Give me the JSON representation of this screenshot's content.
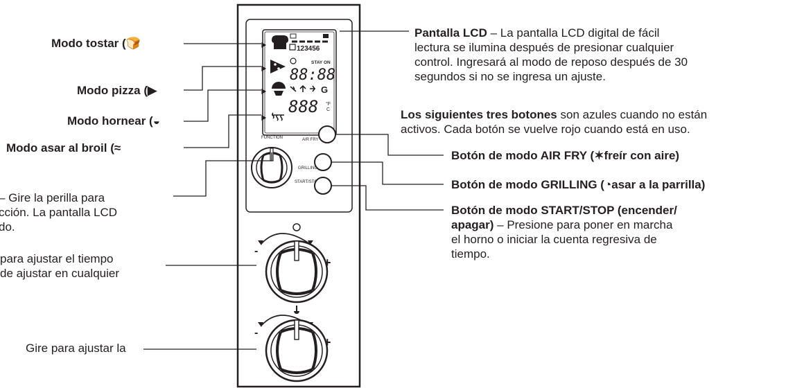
{
  "left_labels": {
    "toast": "Modo tostar (",
    "pizza": "Modo pizza (",
    "bake": "Modo hornear (",
    "broil": "Modo asar al broil ("
  },
  "left_partial": {
    "knob_line1": "– Gire la perilla para",
    "knob_line2": "cción. La pantalla LCD",
    "knob_line3": "do.",
    "timer_line1": "para ajustar el tiempo",
    "timer_line2": "de ajustar en cualquier",
    "temp_line1": "Gire para ajustar la"
  },
  "right": {
    "lcd_title": "Pantalla LCD",
    "lcd_line1": " – La pantalla LCD digital de fácil",
    "lcd_line2": "lectura se ilumina después de presionar cualquier",
    "lcd_line3": "control. Ingresará al modo de reposo después de 30",
    "lcd_line4": "segundos si no se ingresa un ajuste.",
    "buttons_title": "Los siguientes tres botones",
    "buttons_line1": " son azules cuando no están",
    "buttons_line2": "activos. Cada botón se vuelve rojo cuando está en uso.",
    "airfry_a": "Botón de modo AIR FRY (",
    "airfry_b": "freír con aire)",
    "grill_a": "Botón de modo GRILLING (",
    "grill_b": "asar a la parrilla)",
    "start_line1": "Botón de modo START/STOP (encender/",
    "start_bold2": "apagar)",
    "start_line2": " – Presione para poner en marcha",
    "start_line3": "el horno o iniciar la cuenta regresiva de",
    "start_line4": "tiempo."
  },
  "panel": {
    "lcd_digits": "123456",
    "stay_on": "STAY ON",
    "clock": "88:88",
    "temp": "888",
    "temp_unit": "°F°C",
    "fan_g": "G",
    "function_label": "FUNCTION",
    "air_fry_label": "AIR FRY",
    "grilling_label": "GRILLING",
    "start_stop_label": "START/STOP",
    "minus": "-",
    "plus": "+"
  }
}
